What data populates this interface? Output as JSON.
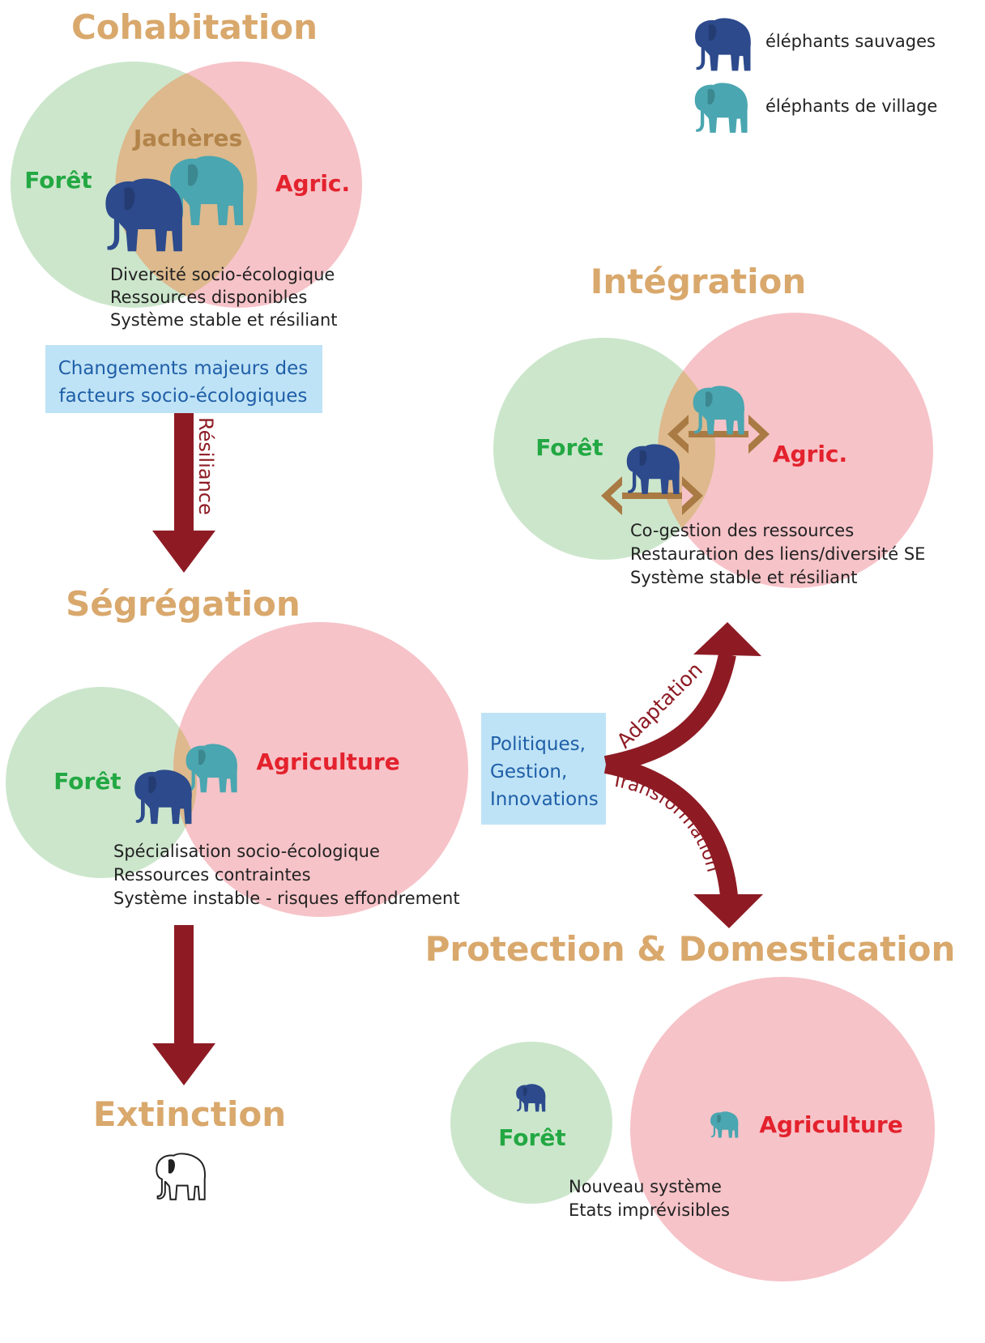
{
  "colors": {
    "forest_circle": "#cce6cc",
    "agri_circle": "#f6c3c8",
    "overlap": "#ddb98d",
    "title": "#d9a86c",
    "forest_label": "#23a843",
    "agri_label": "#e3222d",
    "arrow": "#8e1b24",
    "box_bg": "#bfe3f6",
    "box_text": "#1f5fa8",
    "double_arrow": "#a97a43",
    "wild_elephant": "#2c4a8c",
    "village_elephant": "#4aa6b0"
  },
  "legend": {
    "wild_label": "éléphants sauvages",
    "village_label": "éléphants de village"
  },
  "cohabitation": {
    "title": "Cohabitation",
    "forest_label": "Forêt",
    "agri_label": "Agric.",
    "overlap_label": "Jachères",
    "lines": [
      "Diversité socio-écologique",
      "Ressources disponibles",
      "Système stable et résiliant"
    ]
  },
  "changes_box": {
    "lines": [
      "Changements majeurs des",
      "facteurs socio-écologiques"
    ]
  },
  "resilience_label": "Résiliance",
  "segregation": {
    "title": "Ségrégation",
    "forest_label": "Forêt",
    "agri_label": "Agriculture",
    "lines": [
      "Spécialisation socio-écologique",
      "Ressources contraintes",
      "Système instable - risques effondrement"
    ]
  },
  "extinction": {
    "title": "Extinction"
  },
  "policies_box": {
    "lines": [
      "Politiques,",
      "Gestion,",
      "Innovations"
    ]
  },
  "adaptation_label": "Adaptation",
  "transformation_label": "Transformation",
  "integration": {
    "title": "Intégration",
    "forest_label": "Forêt",
    "agri_label": "Agric.",
    "lines": [
      "Co-gestion des ressources",
      "Restauration des liens/diversité SE",
      "Système stable et résiliant"
    ]
  },
  "protection": {
    "title": "Protection & Domestication",
    "forest_label": "Forêt",
    "agri_label": "Agriculture",
    "lines": [
      "Nouveau système",
      "Etats imprévisibles"
    ]
  }
}
